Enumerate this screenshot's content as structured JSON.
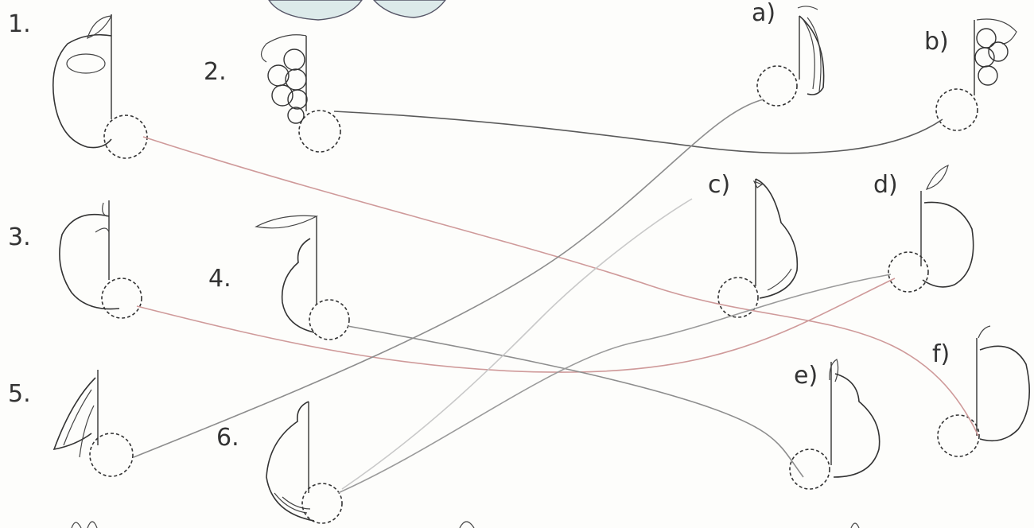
{
  "labels": {
    "n1": "1.",
    "n2": "2.",
    "n3": "3.",
    "n4": "4.",
    "n5": "5.",
    "n6": "6.",
    "a": "a)",
    "b": "b)",
    "c": "c)",
    "d": "d)",
    "e": "e)",
    "f": "f)"
  },
  "fruits": {
    "left": [
      "apple-half",
      "grapes-half",
      "tomato-half",
      "pear-half",
      "banana-half",
      "pear-half"
    ],
    "right": [
      "banana-half",
      "grapes-half",
      "pear-half",
      "apple-half",
      "pear-half",
      "tomato-half"
    ]
  },
  "matches": [
    [
      "1",
      "f"
    ],
    [
      "2",
      "b"
    ],
    [
      "3",
      "d"
    ],
    [
      "4",
      "e"
    ],
    [
      "5",
      "a"
    ],
    [
      "6",
      "d"
    ],
    [
      "6",
      "c"
    ]
  ],
  "colors": {
    "line_grey": "#8d8d8d",
    "line_red": "#cf9a9a",
    "line_dark": "#5a5a5a",
    "line_faint": "#c9c9c9",
    "ink": "#333333"
  }
}
